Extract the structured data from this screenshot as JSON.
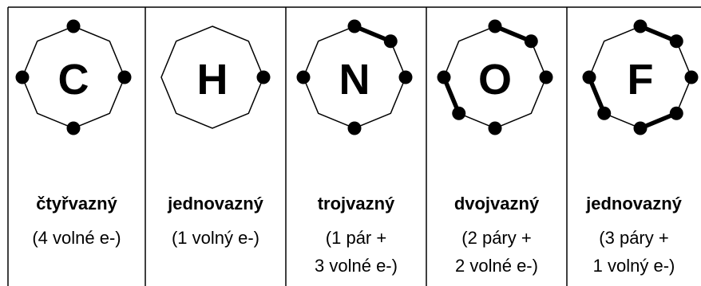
{
  "elements": [
    {
      "symbol": "C",
      "valence": "čtyřvazný",
      "desc_line1": "(4 volné e-)",
      "desc_line2": "",
      "electrons": [
        0,
        2,
        4,
        6
      ],
      "pairs": []
    },
    {
      "symbol": "H",
      "valence": "jednovazný",
      "desc_line1": "(1 volný e-)",
      "desc_line2": "",
      "electrons": [
        2
      ],
      "pairs": []
    },
    {
      "symbol": "N",
      "valence": "trojvazný",
      "desc_line1": "(1 pár +",
      "desc_line2": "3 volné e-)",
      "electrons": [
        0,
        1,
        2,
        4,
        6
      ],
      "pairs": [
        [
          0,
          1
        ]
      ]
    },
    {
      "symbol": "O",
      "valence": "dvojvazný",
      "desc_line1": "(2 páry +",
      "desc_line2": "2 volné e-)",
      "electrons": [
        0,
        1,
        2,
        4,
        5,
        6
      ],
      "pairs": [
        [
          0,
          1
        ],
        [
          5,
          6
        ]
      ]
    },
    {
      "symbol": "F",
      "valence": "jednovazný",
      "desc_line1": "(3 páry +",
      "desc_line2": "1 volný e-)",
      "electrons": [
        0,
        1,
        2,
        3,
        4,
        5,
        6
      ],
      "pairs": [
        [
          0,
          1
        ],
        [
          5,
          6
        ],
        [
          3,
          4
        ]
      ]
    }
  ],
  "colors": {
    "stroke": "#000000",
    "electron": "#000000",
    "text": "#000000",
    "background": "#ffffff"
  }
}
